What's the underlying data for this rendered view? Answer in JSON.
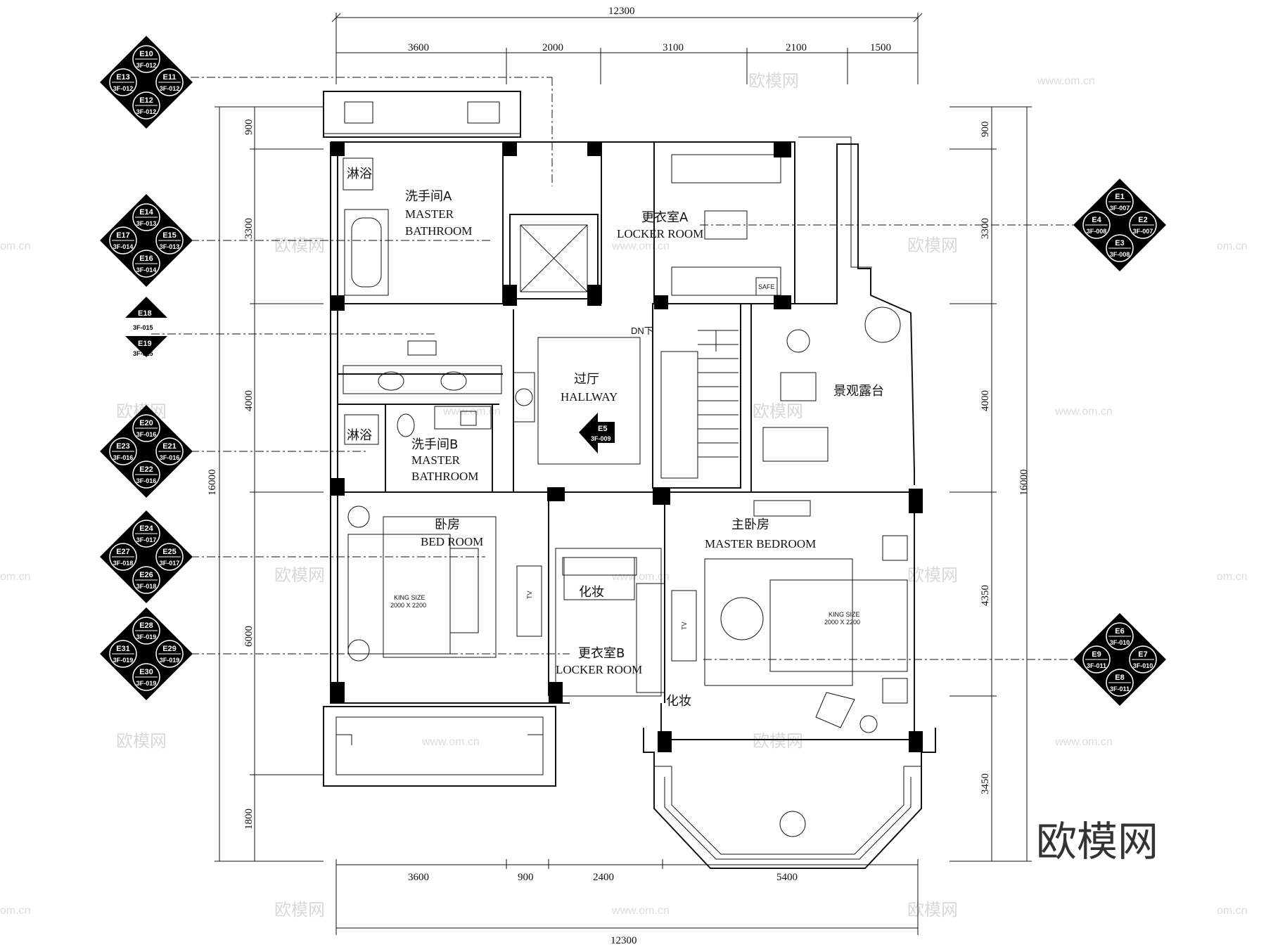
{
  "dimensions": {
    "top_total": "12300",
    "top_segments": [
      "3600",
      "2000",
      "3100",
      "2100",
      "1500"
    ],
    "bottom_total": "12300",
    "bottom_segments": [
      "3600",
      "900",
      "2400",
      "5400"
    ],
    "left_total": "16000",
    "left_segments": [
      "900",
      "3300",
      "4000",
      "6000",
      "1800"
    ],
    "right_total": "16000",
    "right_segments": [
      "900",
      "3300",
      "4000",
      "4350",
      "3450"
    ]
  },
  "rooms": {
    "shower_a": "淋浴",
    "bath_a_cn": "洗手间A",
    "bath_a_en1": "MASTER",
    "bath_a_en2": "BATHROOM",
    "locker_a_cn": "更衣室A",
    "locker_a_en": "LOCKER ROOM",
    "hallway_cn": "过厅",
    "hallway_en": "HALLWAY",
    "terrace_cn": "景观露台",
    "dn": "DN下",
    "shower_b": "淋浴",
    "bath_b_cn": "洗手间B",
    "bath_b_en1": "MASTER",
    "bath_b_en2": "BATHROOM",
    "bedroom_cn": "卧房",
    "bedroom_en": "BED ROOM",
    "master_cn": "主卧房",
    "master_en": "MASTER BEDROOM",
    "makeup1": "化妆",
    "makeup2": "化妆",
    "locker_b_cn": "更衣室B",
    "locker_b_en": "LOCKER ROOM",
    "tv1": "TV",
    "tv2": "TV",
    "king1": "KING SIZE",
    "king1_size": "2000 X 2200",
    "king2": "KING SIZE",
    "king2_size": "2000 X 2200",
    "safe": "SAFE"
  },
  "elevation_markers": [
    {
      "top": "E10",
      "left": "E13",
      "right": "E11",
      "bottom": "E12",
      "sheet": "3F-012"
    },
    {
      "top": "E14",
      "left": "E17",
      "right": "E15",
      "bottom": "E16",
      "sheet_top": "3F-013",
      "sheet_left": "3F-014",
      "sheet_right": "3F-013",
      "sheet_bottom": "3F-014"
    },
    {
      "top": "E20",
      "left": "E23",
      "right": "E21",
      "bottom": "E22",
      "sheet": "3F-016"
    },
    {
      "top": "E24",
      "left": "E27",
      "right": "E25",
      "bottom": "E26",
      "sheet_top": "3F-017",
      "sheet_left": "3F-018",
      "sheet_right": "3F-017",
      "sheet_bottom": "3F-018"
    },
    {
      "top": "E28",
      "left": "E31",
      "right": "E29",
      "bottom": "E30",
      "sheet": "3F-019"
    },
    {
      "top": "E1",
      "left": "E4",
      "right": "E2",
      "bottom": "E3",
      "sheet_top": "3F-007",
      "sheet_left": "3F-008",
      "sheet_right": "3F-007",
      "sheet_bottom": "3F-008"
    },
    {
      "top": "E6",
      "left": "E9",
      "right": "E7",
      "bottom": "E8",
      "sheet_top": "3F-010",
      "sheet_left": "3F-011",
      "sheet_right": "3F-010",
      "sheet_bottom": "3F-011"
    }
  ],
  "half_marker": {
    "top": "E18",
    "bottom": "E19",
    "sheet": "3F-015"
  },
  "hall_marker": {
    "label": "E5",
    "sheet": "3F-009"
  },
  "watermark": {
    "cn": "欧模网",
    "url": "www.om.cn",
    "url_short": "om.cn"
  },
  "brand": "欧模网"
}
